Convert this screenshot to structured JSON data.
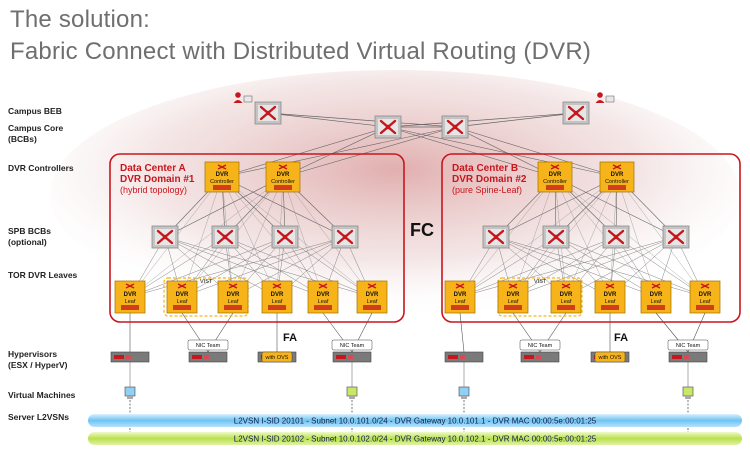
{
  "title": {
    "line1": "The solution:",
    "line2": "Fabric Connect with Distributed Virtual Routing (DVR)"
  },
  "row_labels": {
    "campus_beb": "Campus BEB",
    "campus_core_1": "Campus Core",
    "campus_core_2": "(BCBs)",
    "dvr_controllers": "DVR Controllers",
    "spb_bcbs_1": "SPB BCBs",
    "spb_bcbs_2": "(optional)",
    "tor_leaves": "TOR DVR Leaves",
    "hypervisors_1": "Hypervisors",
    "hypervisors_2": "(ESX / HyperV)",
    "virtual_machines": "Virtual Machines",
    "server_l2vsns": "Server L2VSNs"
  },
  "dc_a": {
    "name": "Data Center A",
    "domain": "DVR Domain #1",
    "topology": "(hybrid topology)"
  },
  "dc_b": {
    "name": "Data Center B",
    "domain": "DVR Domain #2",
    "topology": "(pure Spine-Leaf)"
  },
  "fc_label": "FC",
  "fa_label": "FA",
  "vist_label": "VIST",
  "nic_team_label": "NIC Team",
  "with_ovs_label": "with OVS",
  "dvr_word": "DVR",
  "controller_word": "Controller",
  "leaf_word": "Leaf",
  "l2vsn_1": "L2VSN I-SID 20101 - Subnet 10.0.101.0/24 - DVR Gateway 10.0.101.1 - DVR MAC 00:00:5e:00:01:25",
  "l2vsn_2": "L2VSN I-SID 20102 - Subnet 10.0.102.0/24 - DVR Gateway 10.0.102.1 - DVR MAC 00:00:5e:00:01:25",
  "colors": {
    "accent_red": "#c8161d",
    "title_gray": "#6f6f6f",
    "dvr_yellow": "#f6b41a",
    "switch_gray": "#bdbdbd",
    "vsn_blue": "#8fd0f4",
    "vsn_green": "#c9e86b"
  }
}
